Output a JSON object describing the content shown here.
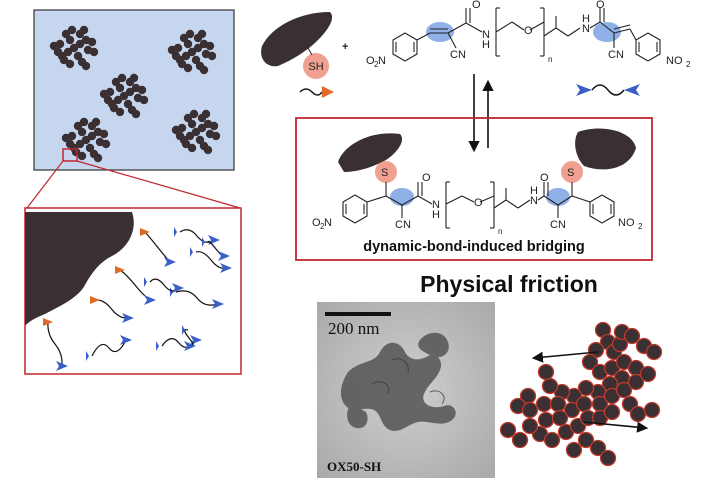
{
  "labels": {
    "thiol_group": "SH",
    "sulfur_left": "S",
    "sulfur_right": "S",
    "nitrile": "CN",
    "amide_H": "H",
    "amide_N": "N",
    "amide_O": "O",
    "ether_O": "O",
    "repeat_n": "n",
    "nitro": "NO",
    "nitro_sub": "2",
    "nitro_left": "O",
    "nitro_left_sub": "2",
    "nitro_left_N": "N",
    "plus": "+",
    "bridging": "dynamic-bond-induced bridging",
    "friction": "Physical friction",
    "scale_bar": "200 nm",
    "sample": "OX50-SH"
  },
  "colors": {
    "panel_bg": "#c5d6ee",
    "particle": "#3a3033",
    "particle_edge": "#c0392b",
    "thiol": "#f0a090",
    "vinyl_highlight": "#8fb0e6",
    "linker_blue": "#3a5fc8",
    "linker_orange": "#e06a2a",
    "frame_red": "#c0272d",
    "tem_bg": "#bdbdbd"
  },
  "icons": [
    "particle-cluster",
    "thiol-arrow-icon",
    "linker-icon",
    "reversible-arrows-icon",
    "force-arrow-icon"
  ]
}
